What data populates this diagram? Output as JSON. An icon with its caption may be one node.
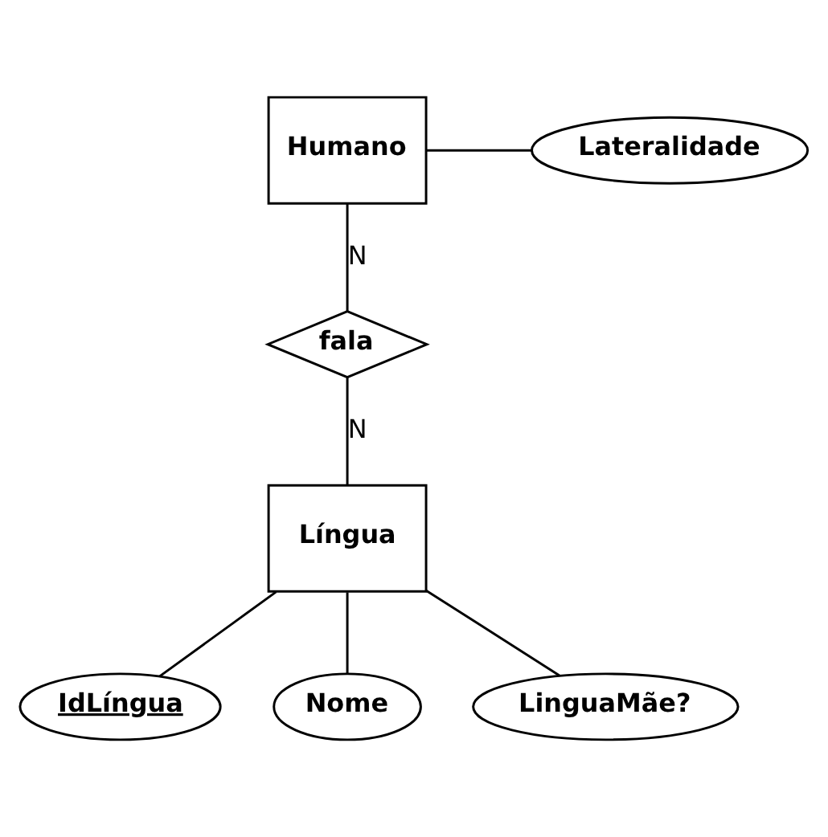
{
  "diagram": {
    "nodes": [
      {
        "text": [
          "Humano"
        ]
      },
      {
        "text": [
          "Lateralidade"
        ]
      },
      {
        "text": [
          "fala"
        ]
      },
      {
        "text": [
          "Língua"
        ]
      },
      {
        "text": [
          "IdLíngua"
        ]
      },
      {
        "text": [
          "Nome"
        ]
      },
      {
        "text": [
          "LinguaMãe?"
        ]
      }
    ],
    "edges": [
      {
        "from": 0,
        "to": 1,
        "arrow": "none"
      },
      {
        "from": 0,
        "to": 2,
        "arrow": "none",
        "label": "N"
      },
      {
        "from": 2,
        "to": 3,
        "arrow": "none",
        "label": "N"
      },
      {
        "from": 3,
        "to": 4,
        "arrow": "none"
      },
      {
        "from": 3,
        "to": 5,
        "arrow": "none"
      },
      {
        "from": 3,
        "to": 6,
        "arrow": "none"
      }
    ]
  }
}
